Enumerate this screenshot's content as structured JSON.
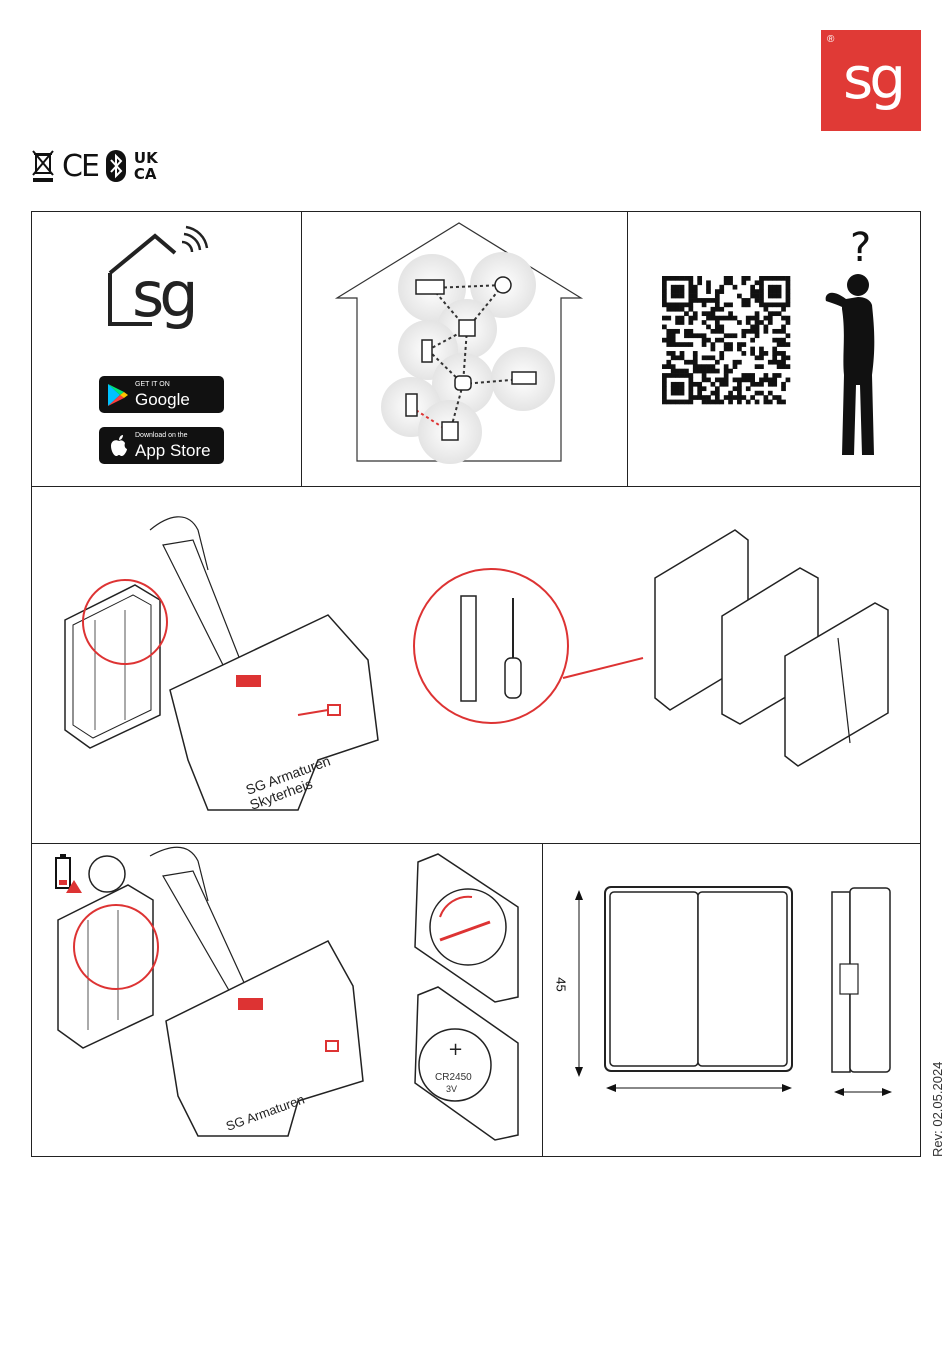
{
  "brand": {
    "logo_text": "sg",
    "registered": "®",
    "color": "#e03a36",
    "app_logo_text": "sg"
  },
  "certifications": {
    "ce": "CE",
    "ukca_top": "UK",
    "ukca_bottom": "CA"
  },
  "badges": {
    "google_play": {
      "small": "GET IT ON",
      "big": "Google Play"
    },
    "app_store": {
      "small": "Download on the",
      "big": "App Store"
    }
  },
  "help": {
    "question_mark": "?"
  },
  "mounting": {
    "label_line1": "SG Armaturen",
    "label_line2": "Skyterheis"
  },
  "battery": {
    "type": "CR2450",
    "voltage": "3V",
    "polarity": "+"
  },
  "dimensions": {
    "height": "45"
  },
  "revision": "Rev: 02.05.2024"
}
